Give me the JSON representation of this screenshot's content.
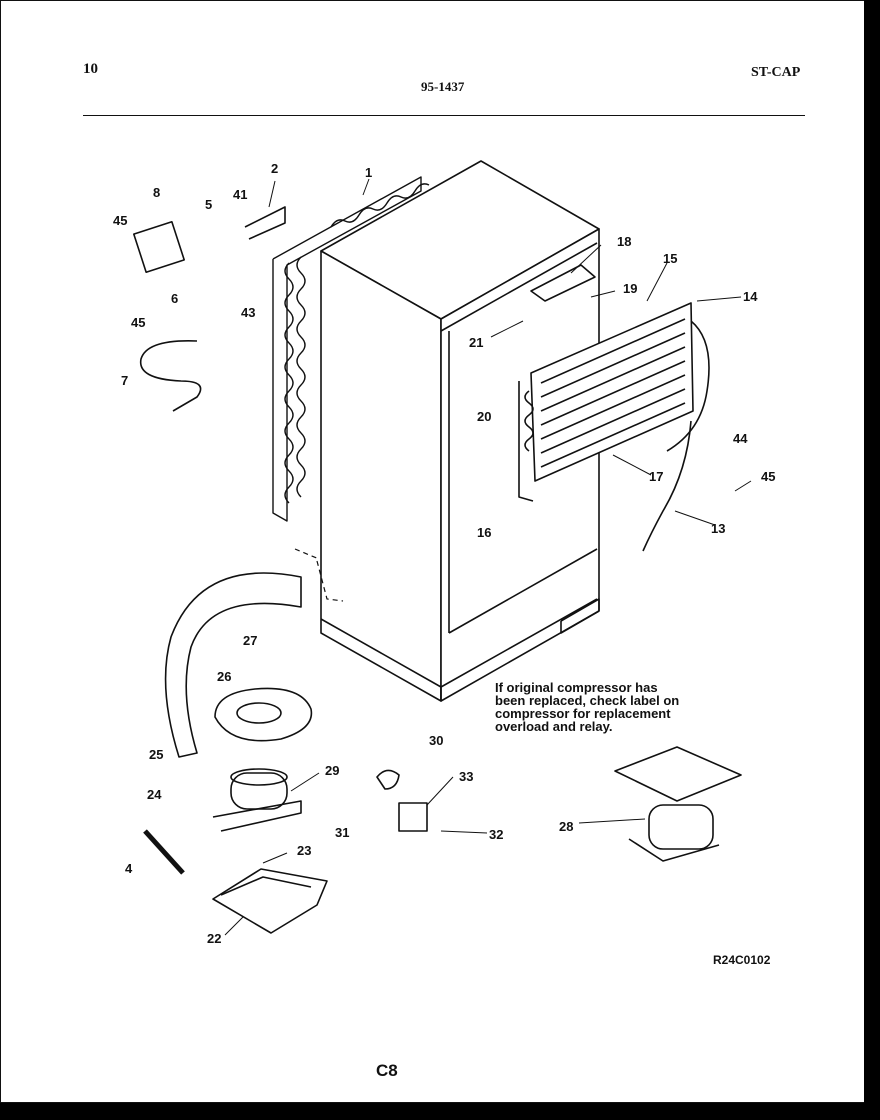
{
  "header": {
    "page_left": "10",
    "model": "95-1437",
    "code": "ST-CAP"
  },
  "callouts": [
    "1",
    "2",
    "41",
    "8",
    "45",
    "5",
    "6",
    "45",
    "43",
    "7",
    "18",
    "15",
    "14",
    "19",
    "21",
    "20",
    "16",
    "17",
    "44",
    "45",
    "13",
    "27",
    "26",
    "25",
    "29",
    "30",
    "33",
    "24",
    "31",
    "32",
    "28",
    "23",
    "4",
    "22"
  ],
  "note": {
    "lines": [
      "If original compressor has",
      "been replaced, check label on",
      "compressor for replacement",
      "overload and relay."
    ]
  },
  "figure_id": "R24C0102",
  "page_number": "C8"
}
